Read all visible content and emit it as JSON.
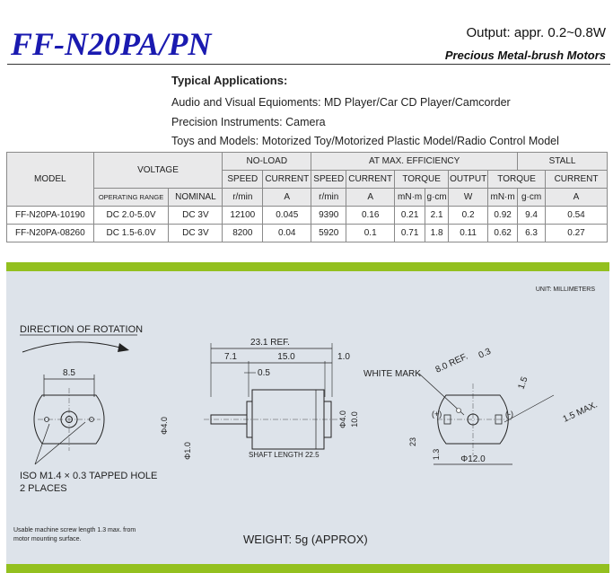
{
  "header": {
    "title": "FF-N20PA/PN",
    "output": "Output: appr. 0.2~0.8W",
    "subtitle": "Precious Metal-brush Motors"
  },
  "applications": {
    "heading": "Typical Applications:",
    "items": [
      "Audio and Visual Equioments: MD Player/Car CD Player/Camcorder",
      "Precision Instruments: Camera",
      "Toys and Models: Motorized Toy/Motorized Plastic Model/Radio Control Model"
    ]
  },
  "spec_table": {
    "model": "MODEL",
    "voltage": "VOLTAGE",
    "no_load": "NO-LOAD",
    "max_eff": "AT MAX. EFFICIENCY",
    "stall": "STALL",
    "operating_range": "OPERATING RANGE",
    "nominal": "NOMINAL",
    "speed": "SPEED",
    "current": "CURRENT",
    "torque": "TORQUE",
    "output": "OUTPUT",
    "unit_rmin": "r/min",
    "unit_a": "A",
    "unit_mnm": "mN·m",
    "unit_gcm": "g·cm",
    "unit_w": "W",
    "rows": [
      [
        "FF-N20PA-10190",
        "DC 2.0-5.0V",
        "DC 3V",
        "12100",
        "0.045",
        "9390",
        "0.16",
        "0.21",
        "2.1",
        "0.2",
        "0.92",
        "9.4",
        "0.54"
      ],
      [
        "FF-N20PA-08260",
        "DC 1.5-6.0V",
        "DC 3V",
        "8200",
        "0.04",
        "5920",
        "0.1",
        "0.71",
        "1.8",
        "0.11",
        "0.62",
        "6.3",
        "0.27"
      ]
    ]
  },
  "drawing": {
    "unit": "UNIT: MILLIMETERS",
    "rotation": "DIRECTION OF ROTATION",
    "d_8_5": "8.5",
    "d_23_1": "23.1 REF.",
    "d_7_1": "7.1",
    "d_15_0": "15.0",
    "d_1_0": "1.0",
    "d_0_5": "0.5",
    "d_phi4": "Φ4.0",
    "d_phi4b": "Φ4.0",
    "d_10": "10.0",
    "d_phi1": "Φ1.0",
    "shaft": "SHAFT LENGTH 22.5",
    "white_mark": "WHITE MARK",
    "d_8ref": "8.0 REF.",
    "d_0_3": "0.3",
    "d_1_5": "1.5",
    "d_1_5max": "1.5 MAX.",
    "plus": "(+)",
    "minus": "(-)",
    "d_23": "23",
    "d_1_3": "1.3",
    "d_phi12": "Φ12.0",
    "tapped_1": "ISO M1.4 × 0.3 TAPPED HOLE",
    "tapped_2": "2 PLACES",
    "note_1": "Usable machine screw length 1.3 max. from",
    "note_2": "motor mounting surface.",
    "weight": "WEIGHT: 5g (APPROX)"
  }
}
